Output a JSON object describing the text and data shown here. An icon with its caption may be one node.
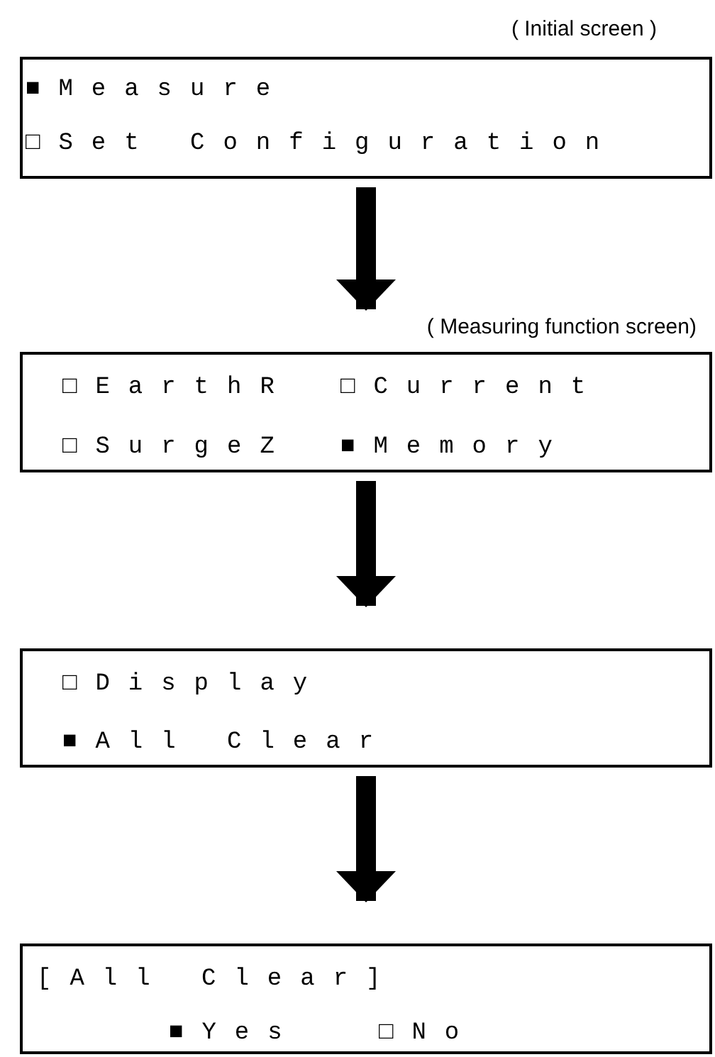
{
  "diagram": {
    "nodes": [
      {
        "text": [
          "( Initial screen )",
          "■Measure",
          "□Set Configuration"
        ]
      },
      {
        "text": [
          "( Measuring function screen)",
          "□EarthR",
          "□Current",
          "□SurgeZ",
          "■Memory"
        ]
      },
      {
        "text": [
          "□Display",
          "■All Clear"
        ]
      },
      {
        "text": [
          "[All Clear]",
          "■Yes",
          "□No"
        ]
      }
    ],
    "edges": [
      {
        "from": 0,
        "to": 1,
        "arrow": "to"
      },
      {
        "from": 1,
        "to": 2,
        "arrow": "to"
      },
      {
        "from": 2,
        "to": 3,
        "arrow": "to"
      }
    ]
  }
}
